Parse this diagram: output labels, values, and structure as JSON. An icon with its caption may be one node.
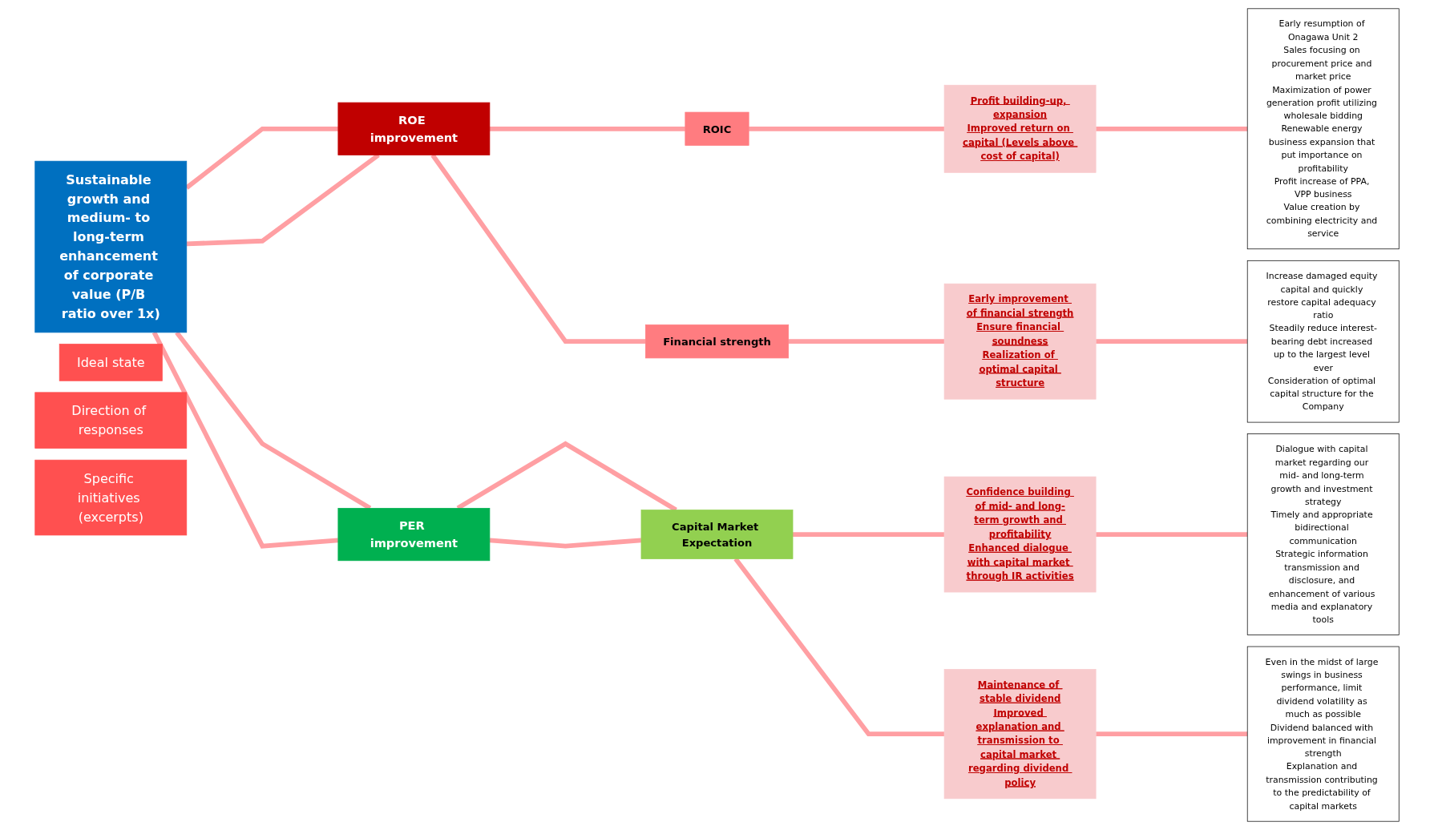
{
  "diagram": {
    "nodes": [
      {
        "text": [
          "Ideal state"
        ]
      },
      {
        "text": [
          "Direction of responses"
        ]
      },
      {
        "text": [
          "Specific initiatives (excerpts)"
        ]
      },
      {
        "text": [
          "Sustainable growth and medium- to long-term enhancement of corporate value (P/B ratio over 1x)"
        ]
      },
      {
        "text": [
          "ROE improvement"
        ]
      },
      {
        "text": [
          "PER improvement"
        ]
      },
      {
        "text": [
          "ROIC"
        ]
      },
      {
        "text": [
          "Financial strength"
        ]
      },
      {
        "text": [
          "Capital Market Expectation"
        ]
      },
      {
        "text": [
          "Profit building-up, expansion",
          "Improved return on capital (Levels above cost of capital)"
        ]
      },
      {
        "text": [
          "Early improvement of financial strength",
          "Ensure financial soundness",
          "Realization of optimal capital structure"
        ]
      },
      {
        "text": [
          "Confidence building of mid- and long-term growth and profitability",
          "Enhanced dialogue with capital market through IR activities"
        ]
      },
      {
        "text": [
          "Maintenance of stable dividend",
          "Improved explanation and transmission to capital market regarding dividend policy"
        ]
      },
      {
        "text": [
          "Early resumption of Onagawa Unit 2",
          "Sales focusing on procurement price and market price",
          "Maximization of power generation profit utilizing wholesale bidding",
          "Renewable energy business expansion that put importance on profitability",
          "Profit increase of PPA, VPP business",
          "Value creation by combining electricity and service"
        ]
      },
      {
        "text": [
          "Increase damaged equity capital and quickly restore capital adequacy ratio",
          "Steadily reduce interest-bearing debt increased up to the largest level ever",
          "Consideration of optimal capital structure for the Company"
        ]
      },
      {
        "text": [
          "Dialogue with capital market regarding our mid- and long-term growth and investment strategy",
          "Timely and appropriate bidirectional communication",
          "Strategic information transmission and disclosure, and enhancement of various media and explanatory tools"
        ]
      },
      {
        "text": [
          "Even in the midst of large swings in business performance, limit dividend volatility as much as possible",
          "Dividend balanced with improvement in financial strength",
          "Explanation and transmission contributing to the predictability of capital markets"
        ]
      }
    ],
    "edges": [
      {
        "from": 3,
        "to": 4,
        "arrow": "none"
      },
      {
        "from": 3,
        "to": 4,
        "arrow": "none"
      },
      {
        "from": 3,
        "to": 5,
        "arrow": "none"
      },
      {
        "from": 3,
        "to": 5,
        "arrow": "none"
      },
      {
        "from": 4,
        "to": 6,
        "arrow": "none"
      },
      {
        "from": 4,
        "to": 7,
        "arrow": "none"
      },
      {
        "from": 5,
        "to": 8,
        "arrow": "none"
      },
      {
        "from": 5,
        "to": 8,
        "arrow": "none"
      },
      {
        "from": 6,
        "to": 9,
        "arrow": "none"
      },
      {
        "from": 7,
        "to": 10,
        "arrow": "none"
      },
      {
        "from": 8,
        "to": 11,
        "arrow": "none"
      },
      {
        "from": 8,
        "to": 12,
        "arrow": "none"
      },
      {
        "from": 9,
        "to": 13,
        "arrow": "none"
      },
      {
        "from": 10,
        "to": 14,
        "arrow": "none"
      },
      {
        "from": 11,
        "to": 15,
        "arrow": "none"
      },
      {
        "from": 12,
        "to": 16,
        "arrow": "none"
      }
    ]
  }
}
